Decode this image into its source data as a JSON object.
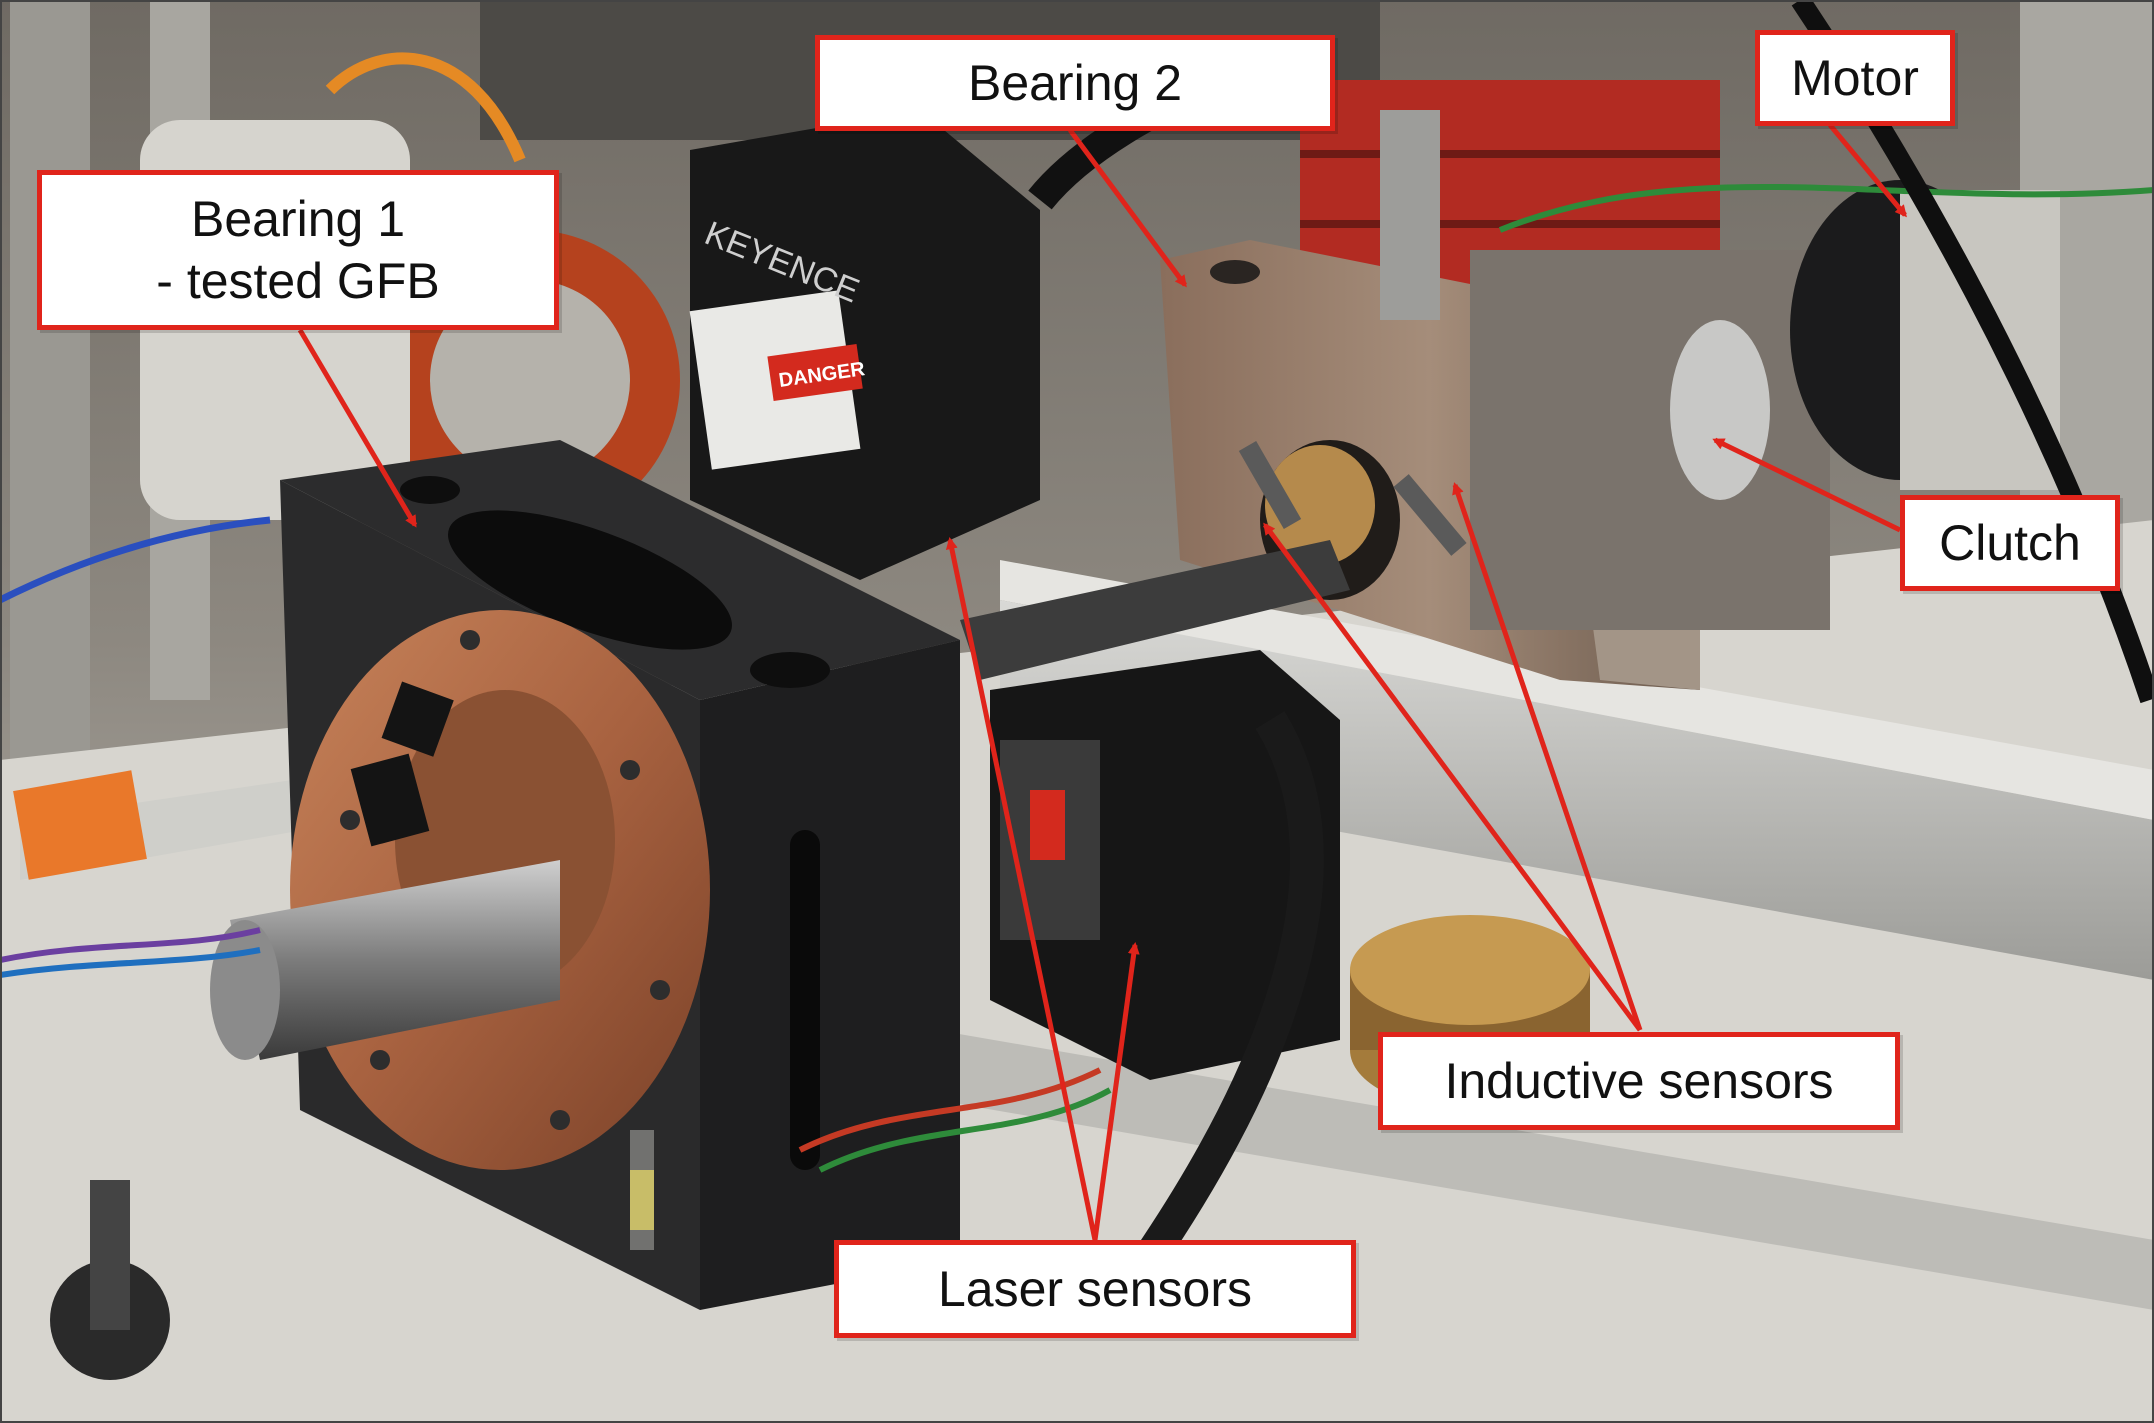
{
  "figure": {
    "labels": {
      "bearing1": "Bearing 1\n- tested GFB",
      "bearing2": "Bearing 2",
      "motor": "Motor",
      "clutch": "Clutch",
      "inductive": "Inductive sensors",
      "laser": "Laser sensors"
    },
    "photo_text": {
      "keyence_brand": "KEYENCE",
      "danger_label": "DANGER"
    },
    "colors": {
      "callout_border": "#e0241b",
      "arrow": "#e0241b",
      "callout_fill": "#ffffff"
    }
  }
}
